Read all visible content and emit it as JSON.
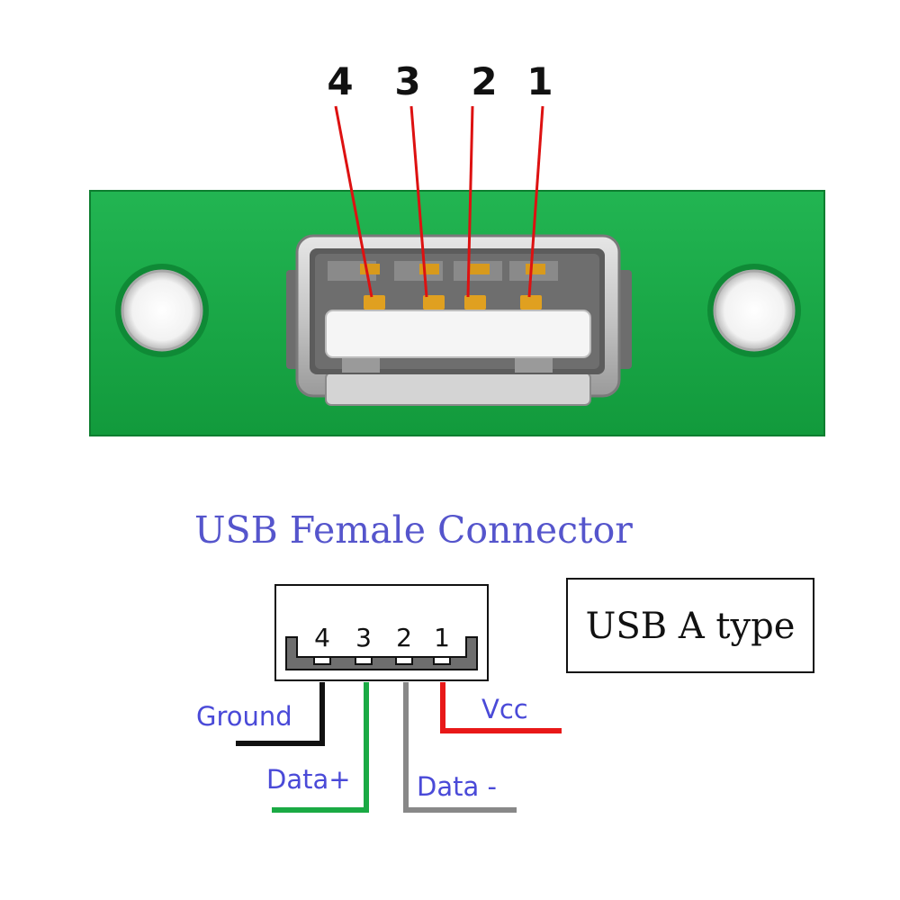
{
  "photo": {
    "pin_labels": [
      "4",
      "3",
      "2",
      "1"
    ],
    "pcb_color": "#18a848",
    "shell_color": "#c8c8c8",
    "tongue_color": "#f4f4f4",
    "pointer_color": "#dd1111"
  },
  "schematic": {
    "title": "USB Female Connector",
    "type_label": "USB A type",
    "pin_numbers": [
      "4",
      "3",
      "2",
      "1"
    ],
    "signals": {
      "ground": "Ground",
      "data_plus": "Data+",
      "data_minus": "Data -",
      "vcc": "Vcc"
    },
    "wire_colors": {
      "ground": "#111111",
      "data_plus": "#1aaa44",
      "data_minus": "#888888",
      "vcc": "#e81818"
    },
    "label_color": "#4a4ad8",
    "title_color": "#5555cc"
  }
}
